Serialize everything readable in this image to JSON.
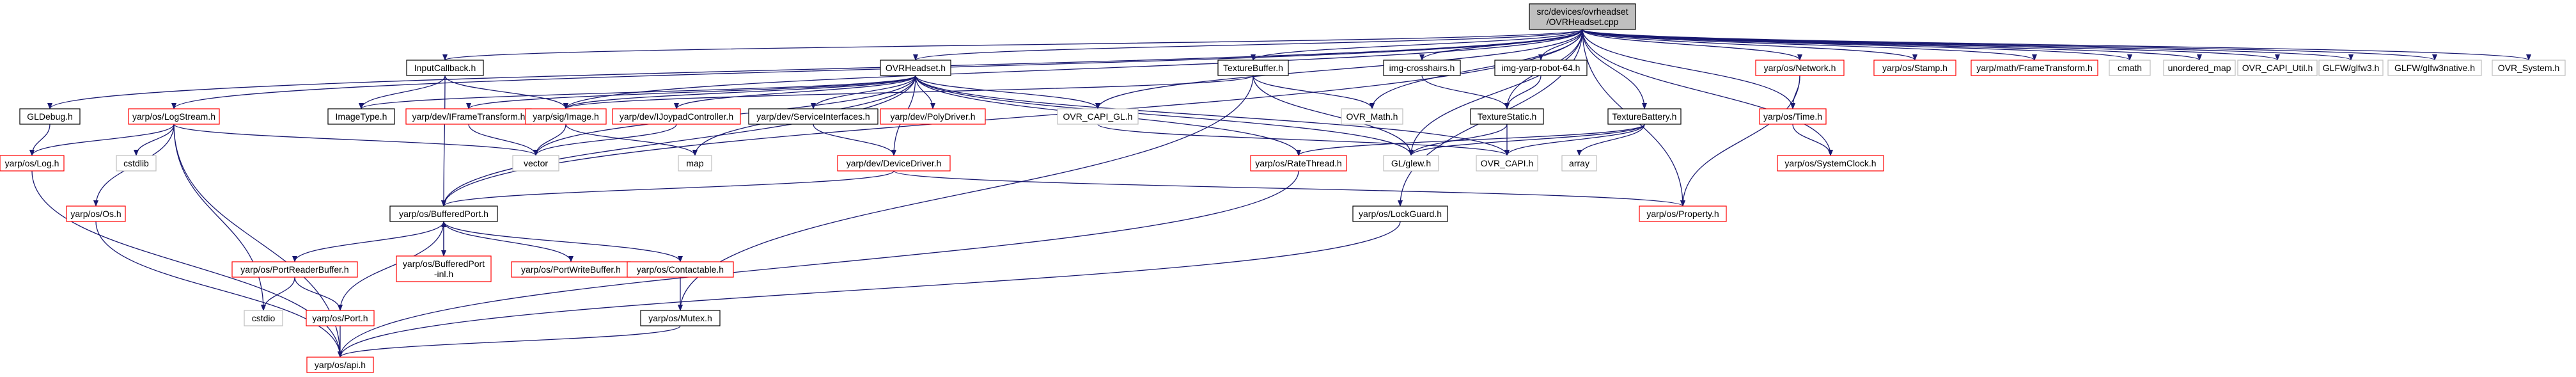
{
  "graph": {
    "root": {
      "id": "root",
      "lines": [
        "src/devices/ovrheadset",
        "/OVRHeadset.cpp"
      ]
    },
    "nodes": [
      {
        "id": "gldebug",
        "label": "GLDebug.h",
        "style": "black"
      },
      {
        "id": "logstream",
        "label": "yarp/os/LogStream.h",
        "style": "red"
      },
      {
        "id": "inputcallback",
        "label": "InputCallback.h",
        "style": "black"
      },
      {
        "id": "ovrheadset_h",
        "label": "OVRHeadset.h",
        "style": "black"
      },
      {
        "id": "texturebuffer",
        "label": "TextureBuffer.h",
        "style": "black"
      },
      {
        "id": "imgcrosshairs",
        "label": "img-crosshairs.h",
        "style": "black"
      },
      {
        "id": "imgyarprobot",
        "label": "img-yarp-robot-64.h",
        "style": "black"
      },
      {
        "id": "texturebattery",
        "label": "TextureBattery.h",
        "style": "black"
      },
      {
        "id": "network",
        "label": "yarp/os/Network.h",
        "style": "red"
      },
      {
        "id": "stamp",
        "label": "yarp/os/Stamp.h",
        "style": "red"
      },
      {
        "id": "frametransform",
        "label": "yarp/math/FrameTransform.h",
        "style": "red"
      },
      {
        "id": "cmath",
        "label": "cmath",
        "style": "gray"
      },
      {
        "id": "unordered_map",
        "label": "unordered_map",
        "style": "gray"
      },
      {
        "id": "ovr_capi_util",
        "label": "OVR_CAPI_Util.h",
        "style": "gray"
      },
      {
        "id": "glfw3",
        "label": "GLFW/glfw3.h",
        "style": "gray"
      },
      {
        "id": "glfw3native",
        "label": "GLFW/glfw3native.h",
        "style": "gray"
      },
      {
        "id": "ovr_system",
        "label": "OVR_System.h",
        "style": "gray"
      },
      {
        "id": "log",
        "label": "yarp/os/Log.h",
        "style": "red"
      },
      {
        "id": "cstdlib",
        "label": "cstdlib",
        "style": "gray"
      },
      {
        "id": "imagetype",
        "label": "ImageType.h",
        "style": "black"
      },
      {
        "id": "iframetransform",
        "label": "yarp/dev/IFrameTransform.h",
        "style": "red"
      },
      {
        "id": "image",
        "label": "yarp/sig/Image.h",
        "style": "red"
      },
      {
        "id": "ijoypad",
        "label": "yarp/dev/IJoypadController.h",
        "style": "red"
      },
      {
        "id": "serviceinterfaces",
        "label": "yarp/dev/ServiceInterfaces.h",
        "style": "black"
      },
      {
        "id": "polydriver",
        "label": "yarp/dev/PolyDriver.h",
        "style": "red"
      },
      {
        "id": "ovr_capi_gl",
        "label": "OVR_CAPI_GL.h",
        "style": "gray"
      },
      {
        "id": "ovr_math",
        "label": "OVR_Math.h",
        "style": "gray"
      },
      {
        "id": "texturestatic",
        "label": "TextureStatic.h",
        "style": "black"
      },
      {
        "id": "systemclock",
        "label": "yarp/os/SystemClock.h",
        "style": "red"
      },
      {
        "id": "time",
        "label": "yarp/os/Time.h",
        "style": "red"
      },
      {
        "id": "os",
        "label": "yarp/os/Os.h",
        "style": "red"
      },
      {
        "id": "vector",
        "label": "vector",
        "style": "gray"
      },
      {
        "id": "map",
        "label": "map",
        "style": "gray"
      },
      {
        "id": "devicedriver",
        "label": "yarp/dev/DeviceDriver.h",
        "style": "red"
      },
      {
        "id": "ratethread",
        "label": "yarp/os/RateThread.h",
        "style": "red"
      },
      {
        "id": "glew",
        "label": "GL/glew.h",
        "style": "gray"
      },
      {
        "id": "ovr_capi",
        "label": "OVR_CAPI.h",
        "style": "gray"
      },
      {
        "id": "array",
        "label": "array",
        "style": "gray"
      },
      {
        "id": "bufferedport",
        "label": "yarp/os/BufferedPort.h",
        "style": "black"
      },
      {
        "id": "lockguard",
        "label": "yarp/os/LockGuard.h",
        "style": "black"
      },
      {
        "id": "property",
        "label": "yarp/os/Property.h",
        "style": "red"
      },
      {
        "id": "portreaderbuffer",
        "label": "yarp/os/PortReaderBuffer.h",
        "style": "red"
      },
      {
        "id": "bufferedport_inl",
        "lines": [
          "yarp/os/BufferedPort",
          "-inl.h"
        ],
        "style": "red"
      },
      {
        "id": "portwritebuffer",
        "label": "yarp/os/PortWriteBuffer.h",
        "style": "red"
      },
      {
        "id": "contactable",
        "label": "yarp/os/Contactable.h",
        "style": "red"
      },
      {
        "id": "cstdio",
        "label": "cstdio",
        "style": "gray"
      },
      {
        "id": "port",
        "label": "yarp/os/Port.h",
        "style": "red"
      },
      {
        "id": "mutex",
        "label": "yarp/os/Mutex.h",
        "style": "black"
      },
      {
        "id": "api",
        "label": "yarp/os/api.h",
        "style": "red"
      }
    ],
    "edges": [
      [
        "root",
        "gldebug"
      ],
      [
        "root",
        "logstream"
      ],
      [
        "root",
        "inputcallback"
      ],
      [
        "root",
        "ovrheadset_h"
      ],
      [
        "root",
        "texturebuffer"
      ],
      [
        "root",
        "imgcrosshairs"
      ],
      [
        "root",
        "imgyarprobot"
      ],
      [
        "root",
        "texturebattery"
      ],
      [
        "root",
        "network"
      ],
      [
        "root",
        "stamp"
      ],
      [
        "root",
        "frametransform"
      ],
      [
        "root",
        "cmath"
      ],
      [
        "root",
        "unordered_map"
      ],
      [
        "root",
        "ovr_capi_util"
      ],
      [
        "root",
        "glfw3"
      ],
      [
        "root",
        "glfw3native"
      ],
      [
        "root",
        "ovr_system"
      ],
      [
        "root",
        "image"
      ],
      [
        "root",
        "ovr_capi_gl"
      ],
      [
        "root",
        "ovr_math"
      ],
      [
        "root",
        "texturestatic"
      ],
      [
        "root",
        "systemclock"
      ],
      [
        "root",
        "time"
      ],
      [
        "root",
        "property"
      ],
      [
        "root",
        "glew"
      ],
      [
        "root",
        "lockguard"
      ],
      [
        "root",
        "bufferedport"
      ],
      [
        "gldebug",
        "log"
      ],
      [
        "logstream",
        "log"
      ],
      [
        "logstream",
        "os"
      ],
      [
        "logstream",
        "cstdlib"
      ],
      [
        "logstream",
        "vector"
      ],
      [
        "logstream",
        "api"
      ],
      [
        "logstream",
        "cstdio"
      ],
      [
        "inputcallback",
        "imagetype"
      ],
      [
        "inputcallback",
        "image"
      ],
      [
        "inputcallback",
        "bufferedport"
      ],
      [
        "ovrheadset_h",
        "imagetype"
      ],
      [
        "ovrheadset_h",
        "iframetransform"
      ],
      [
        "ovrheadset_h",
        "image"
      ],
      [
        "ovrheadset_h",
        "ijoypad"
      ],
      [
        "ovrheadset_h",
        "serviceinterfaces"
      ],
      [
        "ovrheadset_h",
        "polydriver"
      ],
      [
        "ovrheadset_h",
        "ovr_capi_gl"
      ],
      [
        "ovrheadset_h",
        "map"
      ],
      [
        "ovrheadset_h",
        "vector"
      ],
      [
        "ovrheadset_h",
        "ratethread"
      ],
      [
        "ovrheadset_h",
        "glew"
      ],
      [
        "ovrheadset_h",
        "ovr_capi"
      ],
      [
        "ovrheadset_h",
        "devicedriver"
      ],
      [
        "ovrheadset_h",
        "bufferedport"
      ],
      [
        "texturebuffer",
        "image"
      ],
      [
        "texturebuffer",
        "ovr_math"
      ],
      [
        "texturebuffer",
        "glew"
      ],
      [
        "texturebuffer",
        "mutex"
      ],
      [
        "imgcrosshairs",
        "texturestatic"
      ],
      [
        "imgyarprobot",
        "texturestatic"
      ],
      [
        "texturebattery",
        "ratethread"
      ],
      [
        "texturebattery",
        "glew"
      ],
      [
        "texturebattery",
        "ovr_capi"
      ],
      [
        "texturebattery",
        "array"
      ],
      [
        "texturestatic",
        "glew"
      ],
      [
        "texturestatic",
        "ovr_capi"
      ],
      [
        "network",
        "time"
      ],
      [
        "network",
        "property"
      ],
      [
        "time",
        "systemclock"
      ],
      [
        "ovr_capi_gl",
        "ovr_capi"
      ],
      [
        "iframetransform",
        "vector"
      ],
      [
        "image",
        "map"
      ],
      [
        "image",
        "vector"
      ],
      [
        "ijoypad",
        "vector"
      ],
      [
        "serviceinterfaces",
        "devicedriver"
      ],
      [
        "devicedriver",
        "property"
      ],
      [
        "devicedriver",
        "bufferedport"
      ],
      [
        "ratethread",
        "api"
      ],
      [
        "lockguard",
        "api"
      ],
      [
        "log",
        "api"
      ],
      [
        "os",
        "api"
      ],
      [
        "bufferedport",
        "portreaderbuffer"
      ],
      [
        "bufferedport",
        "bufferedport_inl"
      ],
      [
        "bufferedport",
        "portwritebuffer"
      ],
      [
        "bufferedport",
        "contactable"
      ],
      [
        "bufferedport",
        "port"
      ],
      [
        "bufferedport_inl",
        "bufferedport"
      ],
      [
        "portreaderbuffer",
        "cstdio"
      ],
      [
        "portreaderbuffer",
        "port"
      ],
      [
        "contactable",
        "mutex"
      ],
      [
        "port",
        "api"
      ],
      [
        "mutex",
        "api"
      ]
    ],
    "colors": {
      "red_border": "#ff0000",
      "black_border": "#000000",
      "gray_border": "#bfbfbf",
      "root_fill": "#bfbfbf",
      "edge": "#191970"
    }
  }
}
